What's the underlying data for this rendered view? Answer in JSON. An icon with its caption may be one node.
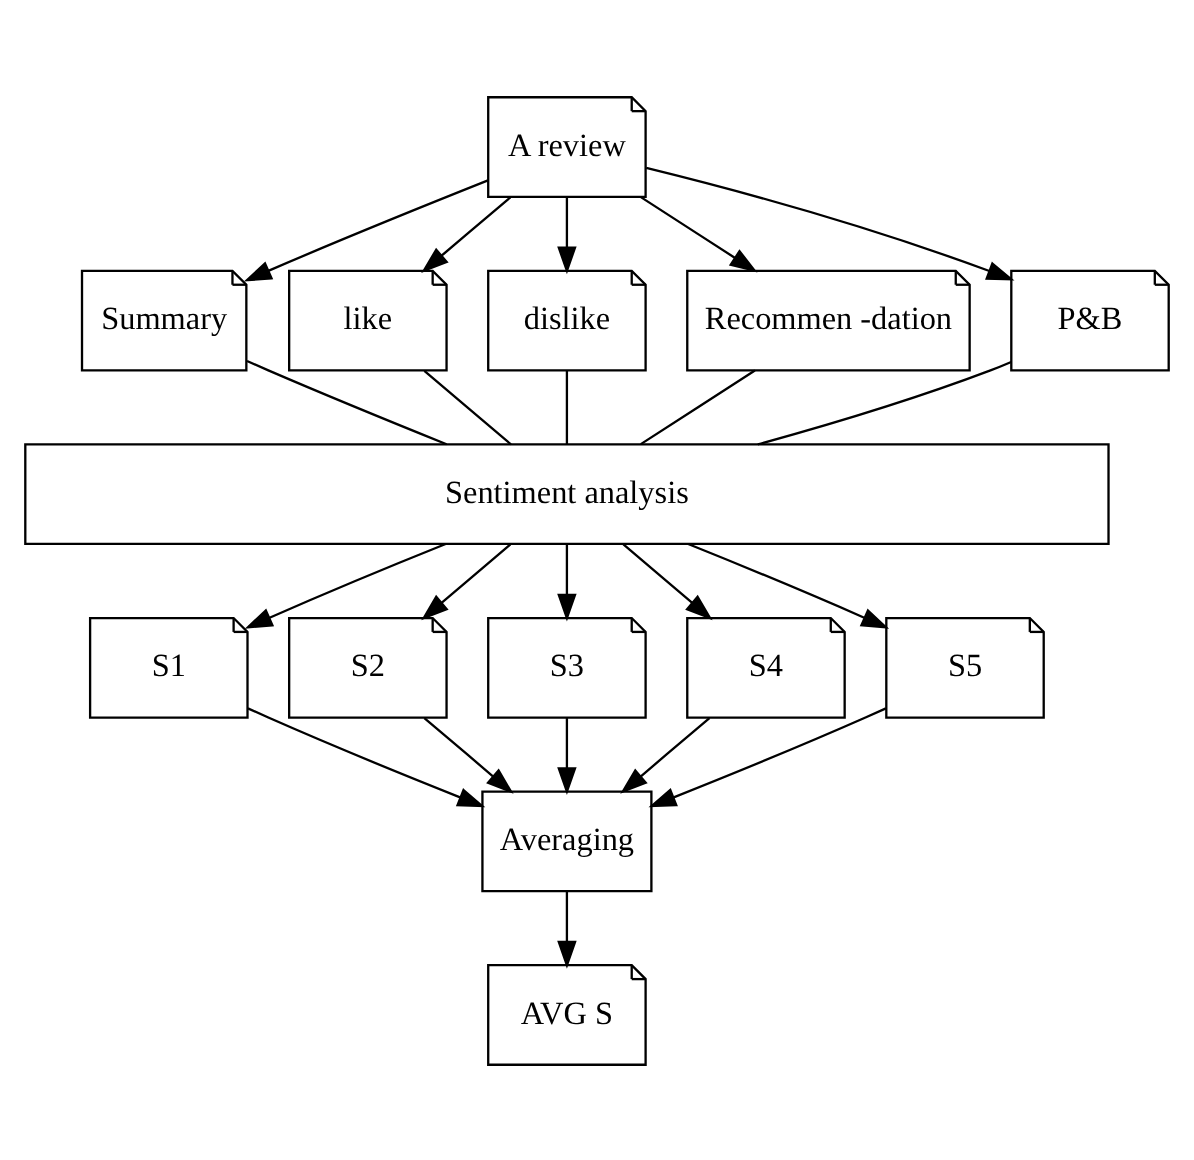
{
  "diagram": {
    "nodes": [
      {
        "text": [
          "A review"
        ]
      },
      {
        "text": [
          "Summary"
        ]
      },
      {
        "text": [
          "like"
        ]
      },
      {
        "text": [
          "dislike"
        ]
      },
      {
        "text": [
          "Recommen -dation"
        ]
      },
      {
        "text": [
          "P&B"
        ]
      },
      {
        "text": [
          "Sentiment analysis"
        ]
      },
      {
        "text": [
          "S1"
        ]
      },
      {
        "text": [
          "S2"
        ]
      },
      {
        "text": [
          "S3"
        ]
      },
      {
        "text": [
          "S4"
        ]
      },
      {
        "text": [
          "S5"
        ]
      },
      {
        "text": [
          "Averaging"
        ]
      },
      {
        "text": [
          "AVG S"
        ]
      }
    ],
    "edges": [
      {
        "from": 0,
        "to": 1,
        "arrow": "to"
      },
      {
        "from": 0,
        "to": 2,
        "arrow": "to"
      },
      {
        "from": 0,
        "to": 3,
        "arrow": "to"
      },
      {
        "from": 0,
        "to": 4,
        "arrow": "to"
      },
      {
        "from": 0,
        "to": 5,
        "arrow": "to"
      },
      {
        "from": 1,
        "to": 6,
        "arrow": "none"
      },
      {
        "from": 2,
        "to": 6,
        "arrow": "none"
      },
      {
        "from": 3,
        "to": 6,
        "arrow": "none"
      },
      {
        "from": 4,
        "to": 6,
        "arrow": "none"
      },
      {
        "from": 5,
        "to": 6,
        "arrow": "none"
      },
      {
        "from": 6,
        "to": 7,
        "arrow": "to"
      },
      {
        "from": 6,
        "to": 8,
        "arrow": "to"
      },
      {
        "from": 6,
        "to": 9,
        "arrow": "to"
      },
      {
        "from": 6,
        "to": 10,
        "arrow": "to"
      },
      {
        "from": 6,
        "to": 11,
        "arrow": "to"
      },
      {
        "from": 7,
        "to": 12,
        "arrow": "to"
      },
      {
        "from": 8,
        "to": 12,
        "arrow": "to"
      },
      {
        "from": 9,
        "to": 12,
        "arrow": "to"
      },
      {
        "from": 10,
        "to": 12,
        "arrow": "to"
      },
      {
        "from": 11,
        "to": 12,
        "arrow": "to"
      },
      {
        "from": 12,
        "to": 13,
        "arrow": "to"
      }
    ]
  }
}
